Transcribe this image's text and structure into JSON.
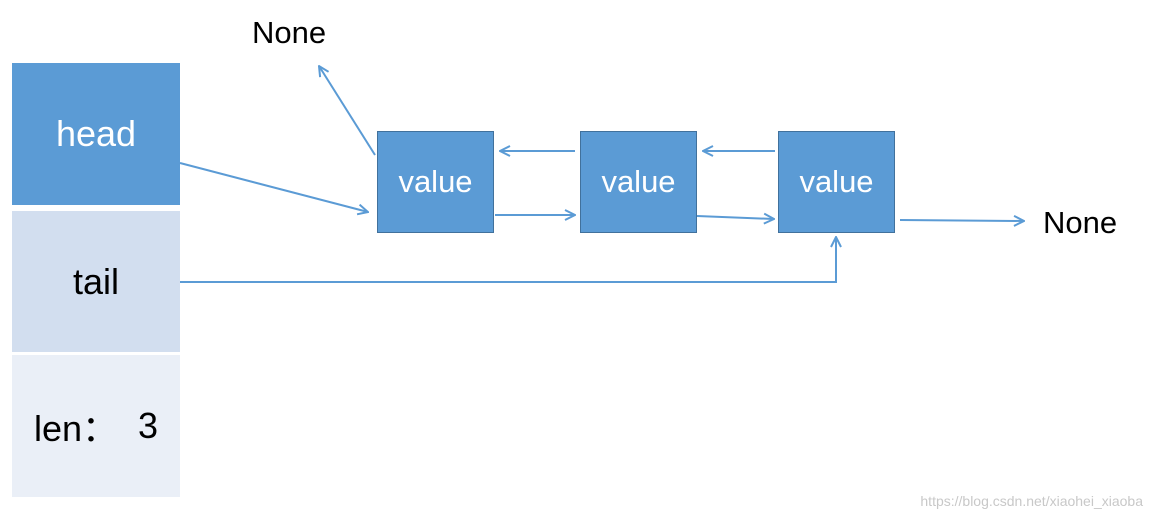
{
  "list": {
    "head_label": "head",
    "tail_label": "tail",
    "len_label": "len：",
    "len_value": "3"
  },
  "nodes": [
    {
      "label": "value"
    },
    {
      "label": "value"
    },
    {
      "label": "value"
    }
  ],
  "terminals": {
    "prev_none": "None",
    "next_none": "None"
  },
  "watermark": "https://blog.csdn.net/xiaohei_xiaoba",
  "colors": {
    "head_fill": "#5b9bd5",
    "tail_fill": "#d2deef",
    "len_fill": "#eaeff7",
    "node_fill": "#5b9bd5",
    "arrow": "#5b9bd5"
  }
}
